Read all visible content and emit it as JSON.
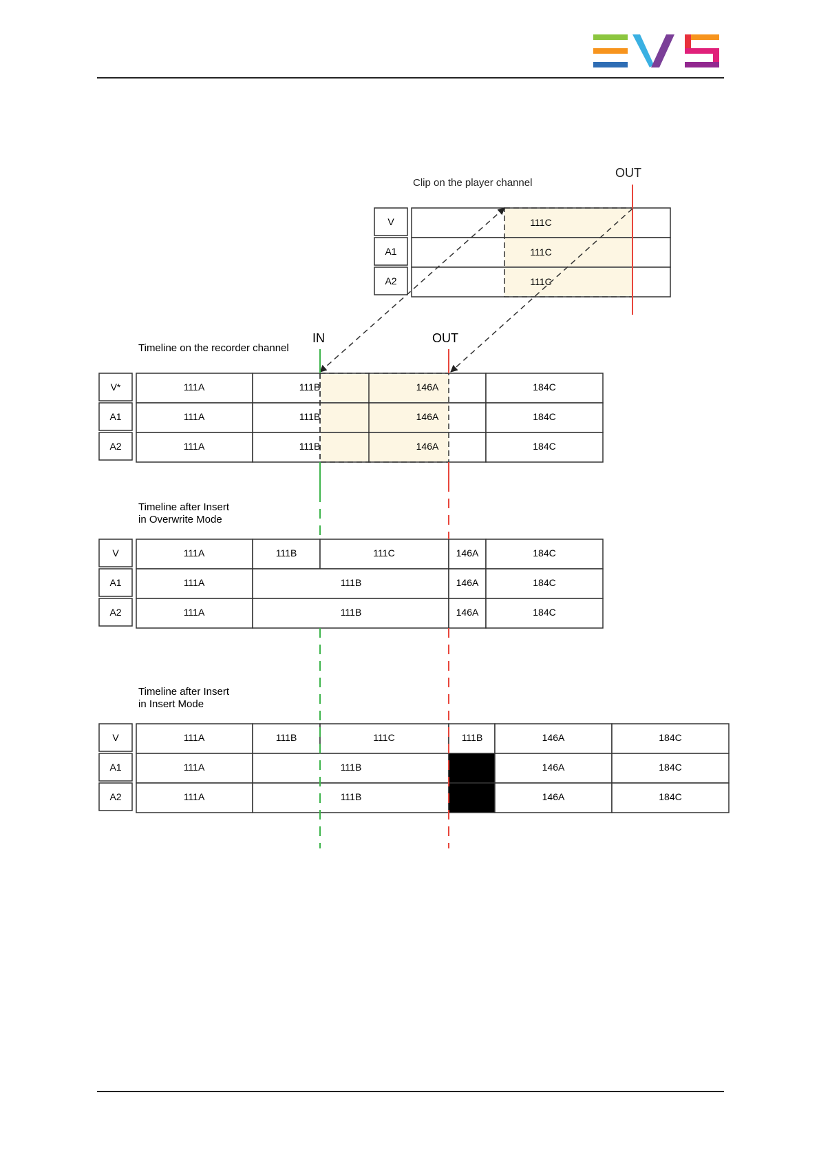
{
  "colors": {
    "in_line": "#3cb44a",
    "out_line": "#e8463c",
    "selection_fill": "#fdf6e3",
    "cell_border": "#333333",
    "filler": "#000000",
    "logo_green": "#8cc63f",
    "logo_orange": "#f7941d",
    "logo_blue": "#2e6db4",
    "logo_teal": "#3ab0e2",
    "logo_purple": "#7b3f98",
    "logo_magenta": "#e0207a",
    "logo_red": "#e8313c",
    "logo_violet": "#92278f"
  },
  "header": {
    "logo": "evs-logo"
  },
  "diagram": {
    "player": {
      "caption": "Clip on the player channel",
      "out_label": "OUT",
      "tracks": [
        {
          "label": "V",
          "clip": "111C"
        },
        {
          "label": "A1",
          "clip": "111C"
        },
        {
          "label": "A2",
          "clip": "111C"
        }
      ]
    },
    "recorder": {
      "caption": "Timeline on the recorder channel",
      "in_label": "IN",
      "out_label": "OUT",
      "tracks": [
        {
          "label": "V*",
          "cells": [
            "111A",
            "111B",
            "146A",
            "184C"
          ]
        },
        {
          "label": "A1",
          "cells": [
            "111A",
            "111B",
            "146A",
            "184C"
          ]
        },
        {
          "label": "A2",
          "cells": [
            "111A",
            "111B",
            "146A",
            "184C"
          ]
        }
      ]
    },
    "overwrite": {
      "caption_line1": "Timeline after Insert",
      "caption_line2": "in Overwrite Mode",
      "tracks": [
        {
          "label": "V",
          "cells": [
            "111A",
            "111B",
            "111C",
            "146A",
            "184C"
          ]
        },
        {
          "label": "A1",
          "cells": [
            "111A",
            "111B",
            "146A",
            "184C"
          ]
        },
        {
          "label": "A2",
          "cells": [
            "111A",
            "111B",
            "146A",
            "184C"
          ]
        }
      ]
    },
    "insert": {
      "caption_line1": "Timeline after Insert",
      "caption_line2": "in Insert Mode",
      "tracks": [
        {
          "label": "V",
          "cells": [
            "111A",
            "111B",
            "111C",
            "111B",
            "146A",
            "184C"
          ]
        },
        {
          "label": "A1",
          "cells": [
            "111A",
            "111B",
            "146A",
            "184C"
          ]
        },
        {
          "label": "A2",
          "cells": [
            "111A",
            "111B",
            "146A",
            "184C"
          ]
        }
      ]
    }
  }
}
